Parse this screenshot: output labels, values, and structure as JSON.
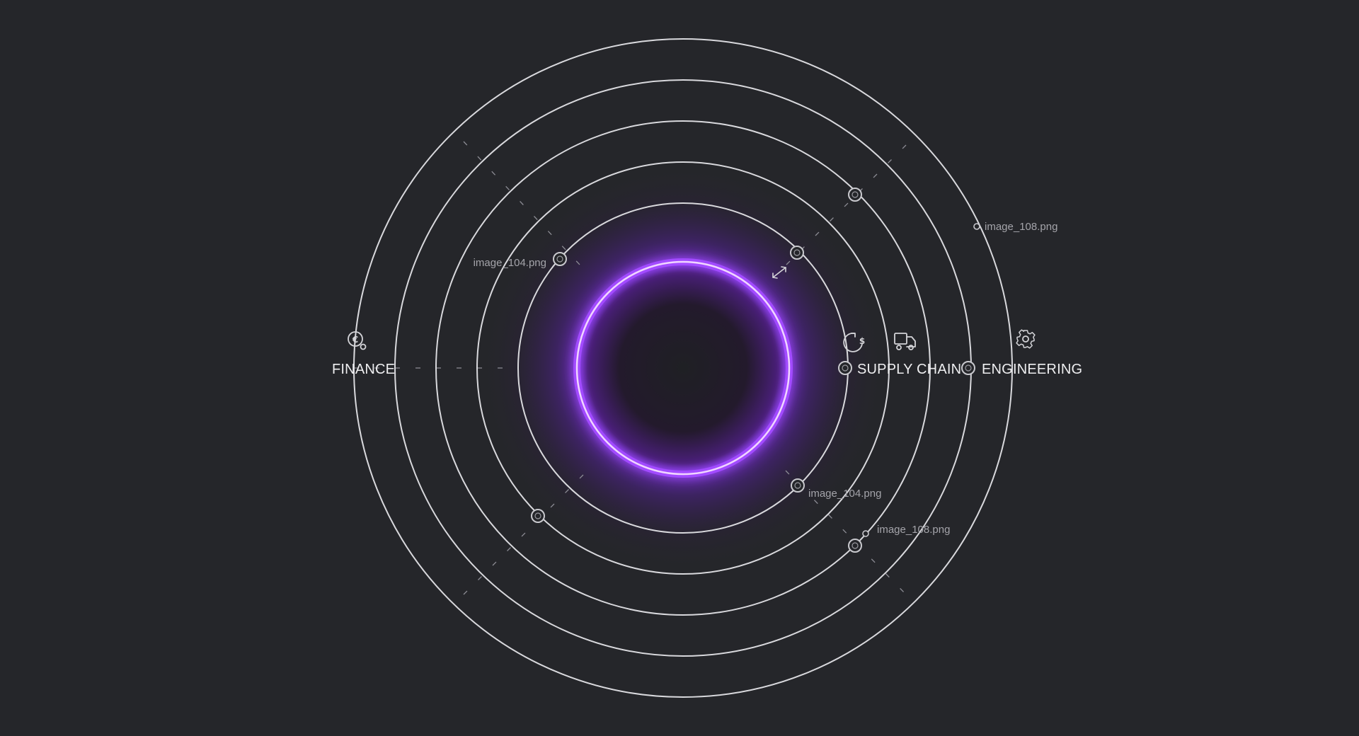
{
  "diagram": {
    "accent_color": "#a24bff",
    "background_color": "#25262a",
    "ring_color": "#d9d9dd"
  },
  "labels": {
    "finance": "FINANCE",
    "supply_chain": "SUPPLY CHAIN",
    "engineering": "ENGINEERING"
  },
  "files": {
    "top_right": "image_108.png",
    "upper_left": "image_104.png",
    "lower_right_inner": "image_104.png",
    "lower_right_outer": "image_108.png"
  },
  "icons": {
    "finance": "euro-coin-icon",
    "supply_chain_currency": "dollar-exchange-icon",
    "supply_chain_delivery": "delivery-truck-icon",
    "engineering": "gear-icon",
    "connector": "resize-arrow-icon"
  }
}
